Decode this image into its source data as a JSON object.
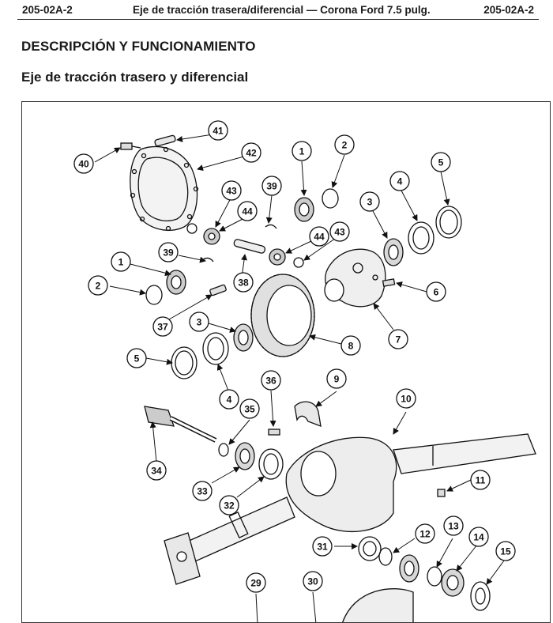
{
  "header": {
    "code_left": "205-02A-2",
    "title": "Eje de tracción trasera/diferencial — Corona Ford 7.5 pulg.",
    "code_right": "205-02A-2"
  },
  "section_title": "DESCRIPCIÓN Y FUNCIONAMIENTO",
  "subsection_title": "Eje de tracción trasero y diferencial",
  "figure": {
    "callouts": [
      "41",
      "40",
      "42",
      "1",
      "2",
      "43",
      "39",
      "44",
      "4",
      "5",
      "3",
      "44",
      "43",
      "1",
      "39",
      "2",
      "38",
      "6",
      "37",
      "3",
      "8",
      "7",
      "5",
      "4",
      "36",
      "9",
      "10",
      "35",
      "34",
      "33",
      "32",
      "11",
      "31",
      "12",
      "13",
      "14",
      "15",
      "29",
      "30"
    ]
  }
}
